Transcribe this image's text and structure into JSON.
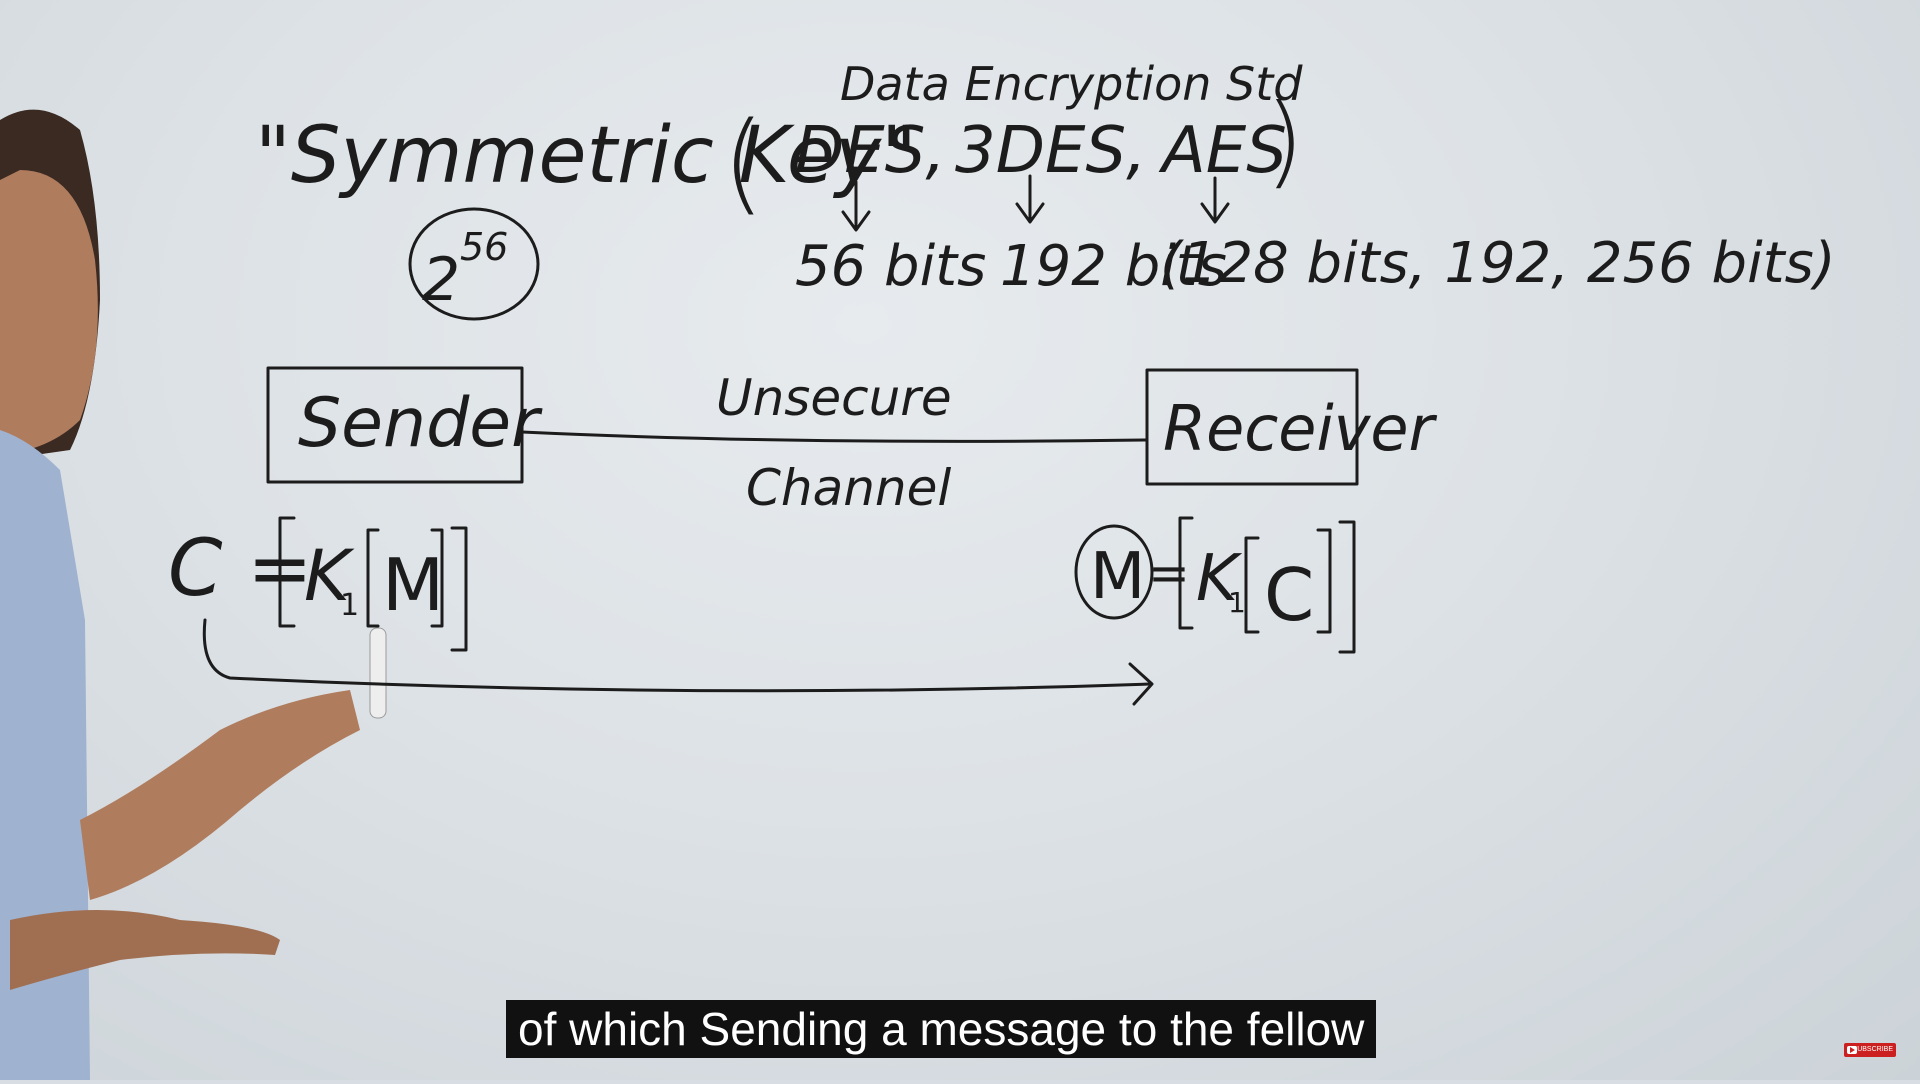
{
  "board": {
    "title_quote": "\"Symmetric Key\"",
    "key_space": {
      "base": "2",
      "exponent": "56"
    },
    "annotation": "Data Encryption Std",
    "paren_open": "(",
    "paren_close": ")",
    "algorithms": [
      {
        "name": "DES,",
        "key_size": "56 bits"
      },
      {
        "name": "3DES,",
        "key_size": "192 bits"
      },
      {
        "name": "AES",
        "key_size": "(128 bits, 192, 256 bits)"
      }
    ],
    "sender_label": "Sender",
    "receiver_label": "Receiver",
    "channel_top": "Unsecure",
    "channel_bottom": "Channel",
    "encrypt_formula": {
      "lhs": "C =",
      "key": "K",
      "key_sub": "1",
      "arg": "M"
    },
    "decrypt_formula": {
      "lhs": "M",
      "eq": "=",
      "key": "K",
      "key_sub": "1",
      "arg": "C"
    }
  },
  "subtitle": "of which Sending a message to the fellow",
  "subscribe_badge": "SUBSCRIBE"
}
